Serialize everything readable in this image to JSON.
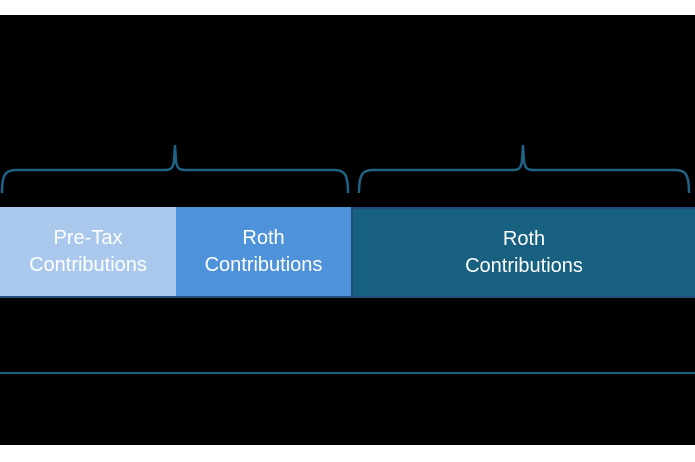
{
  "diagram": {
    "bar": {
      "segments": [
        {
          "name": "pre-tax",
          "line1": "Pre-Tax",
          "line2": "Contributions",
          "color": "#a9c8eb"
        },
        {
          "name": "roth",
          "line1": "Roth",
          "line2": "Contributions",
          "color": "#4e93d9"
        },
        {
          "name": "roth-2",
          "line1": "Roth",
          "line2": "Contributions",
          "color": "#17607f"
        }
      ]
    },
    "braces": [
      {
        "name": "left-brace",
        "spans": "pre-tax + roth segments"
      },
      {
        "name": "right-brace",
        "spans": "roth-2 segment"
      }
    ],
    "colors": {
      "bg": "#000000",
      "strip": "#ffffff",
      "seg1": "#a9c8eb",
      "seg2": "#4e93d9",
      "seg3": "#17607f",
      "navy": "#1f4e7c",
      "brace": "#1f6384",
      "line": "#1f6384",
      "label": "#ffffff"
    }
  }
}
